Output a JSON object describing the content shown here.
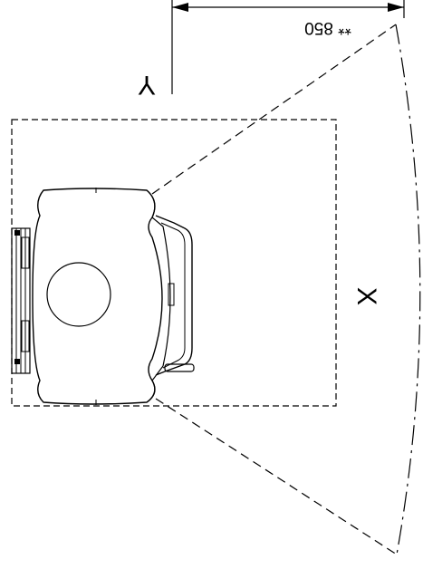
{
  "diagram": {
    "dimension_label": "** 850",
    "axis_y_label": "Y",
    "axis_x_label": "X"
  },
  "colors": {
    "ink": "#000000",
    "device_fill": "#ffffff"
  }
}
